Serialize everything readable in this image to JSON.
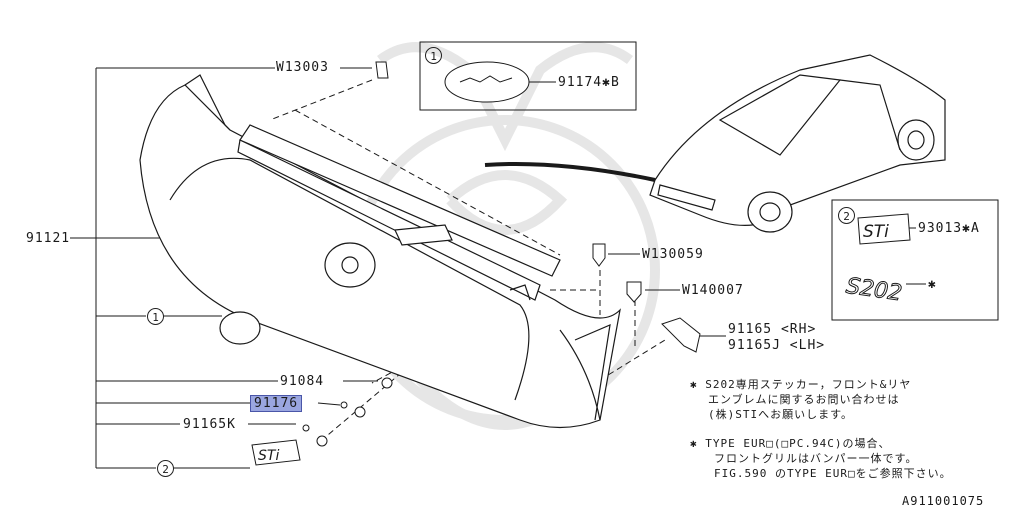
{
  "parts": {
    "grille_assy": "91121",
    "upper_clip": "W13003",
    "emblem_subaru": "91174✱B",
    "clip_w130059": "W130059",
    "clip_w140007": "W140007",
    "bracket_rh": "91165  <RH>",
    "bracket_lh": "91165J <LH>",
    "emblem_sti": "93013✱A",
    "s202_mark": "✱",
    "washer": "91084",
    "selected_part": "91176",
    "nut": "91165K"
  },
  "callouts": {
    "one": "1",
    "two": "2"
  },
  "notes": {
    "note1_line1": "✱ S202専用ステッカー，フロント&リヤ",
    "note1_line2": "エンブレムに関するお問い合わせは",
    "note1_line3": "(株)STIへお願いします。",
    "note2_line1": "✱  TYPE EUR□(□PC.94C)の場合、",
    "note2_line2": "フロントグリルはバンパー一体です。",
    "note2_line3": "FIG.590 のTYPE EUR□をご参照下さい。"
  },
  "drawing_number": "A911001075",
  "colors": {
    "line": "#1a1a1a",
    "highlight": "#9aa6e0",
    "watermark": "#e6e6e6"
  }
}
